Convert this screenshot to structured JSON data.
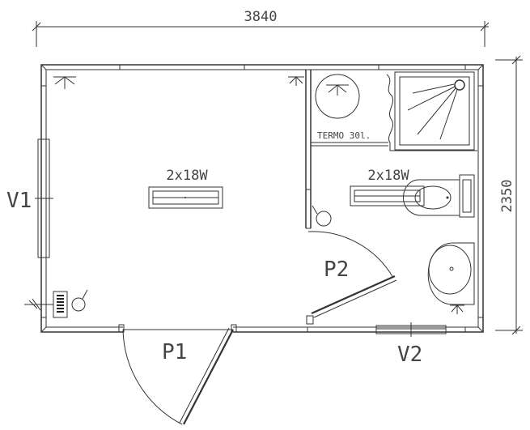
{
  "dimensions": {
    "width": "3840",
    "height": "2350"
  },
  "labels": {
    "window_left": "V1",
    "window_bottom": "V2",
    "door_main": "P1",
    "door_bath": "P2",
    "light_room": "2x18W",
    "light_bath": "2x18W",
    "water_heater": "TERMO 30l."
  }
}
